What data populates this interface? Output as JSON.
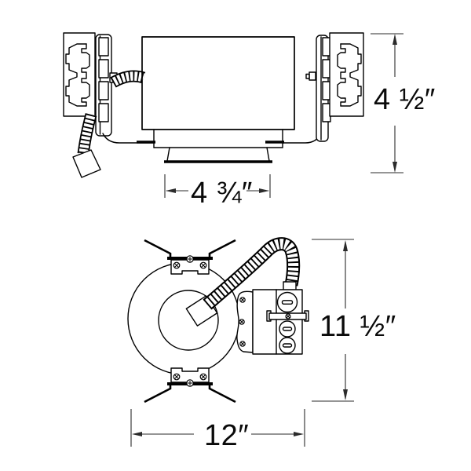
{
  "document": {
    "kind": "technical dimension drawing",
    "background_color": "#ffffff",
    "line_color": "#000000",
    "dimension_line_color": "#2b2b2b"
  },
  "front_view": {
    "dim_height_label": "4 ½″",
    "dim_width_label": "4 ¾″"
  },
  "top_view": {
    "dim_height_label": "11 ½″",
    "dim_width_label": "12″"
  }
}
